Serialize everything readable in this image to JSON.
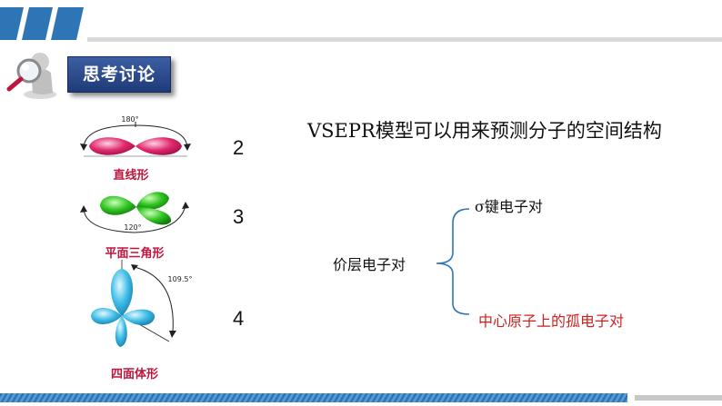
{
  "title_badge": "思考讨论",
  "shapes": [
    {
      "label": "直线形",
      "angle": "180°",
      "count": "2",
      "color": "#e0296e"
    },
    {
      "label": "平面三角形",
      "angle": "120°",
      "count": "3",
      "color": "#2ec41f"
    },
    {
      "label": "四面体形",
      "angle": "109.5°",
      "count": "4",
      "color": "#3cbde6"
    }
  ],
  "statement": "VSEPR模型可以用来预测分子的空间结构",
  "valence_pairs": "价层电子对",
  "sigma_pairs": "σ键电子对",
  "lone_pairs": "中心原子上的孤电子对",
  "colors": {
    "accent_blue": "#2e75b6",
    "badge_blue": "#1f3b78",
    "label_red": "#c0143c",
    "lone_pair_red": "#d11f1f",
    "brace_blue": "#2e75b6"
  }
}
